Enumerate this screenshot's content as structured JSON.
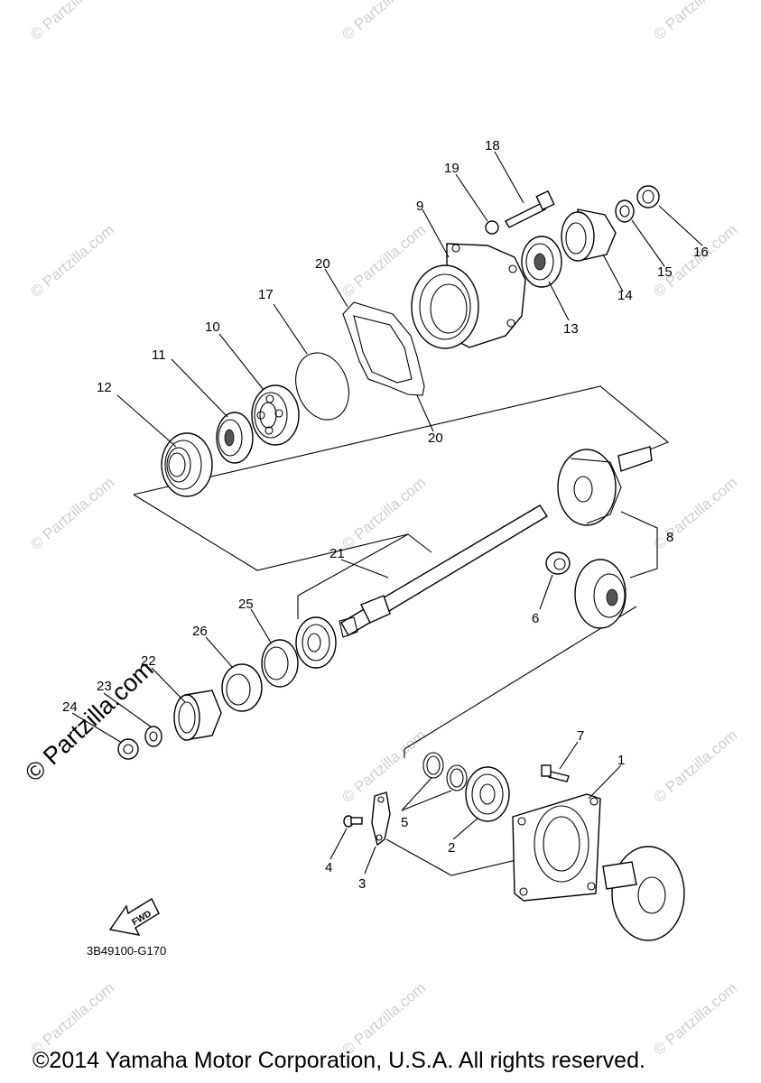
{
  "watermark": "© Partzilla.com",
  "side_watermark": "© Partzilla.com",
  "diagram_code": "3B49100-G170",
  "fwd_label": "FWD",
  "copyright": "©2014 Yamaha Motor Corporation, U.S.A. All rights reserved.",
  "callouts": [
    "1",
    "2",
    "3",
    "4",
    "5",
    "6",
    "7",
    "8",
    "9",
    "10",
    "11",
    "12",
    "13",
    "14",
    "15",
    "16",
    "17",
    "18",
    "19",
    "20",
    "20",
    "21",
    "22",
    "23",
    "24",
    "25",
    "26"
  ]
}
